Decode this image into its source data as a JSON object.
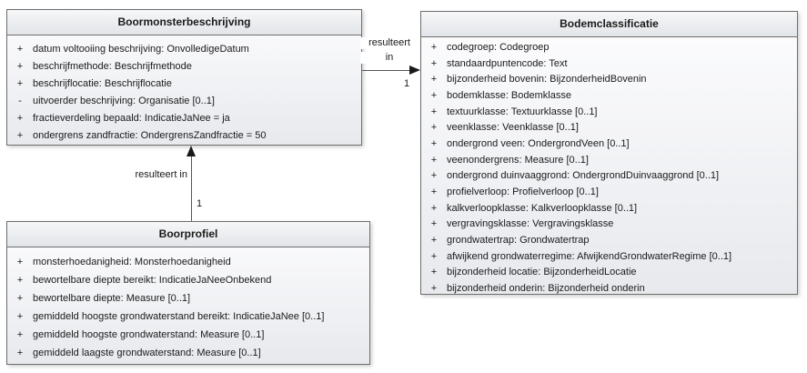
{
  "colors": {
    "page-bg": "#ffffff",
    "box-border": "#6e6e6e",
    "box-fill-top": "#fdfdfe",
    "box-fill-bottom": "#e7e9ed",
    "header-fill-top": "#f6f7f8",
    "header-fill-bottom": "#e2e5e9",
    "text": "#1a1a1a",
    "line": "#555555",
    "arrow": "#1a1a1a"
  },
  "classes": [
    {
      "title": "Boormonsterbeschrijving",
      "attributes": [
        {
          "vis": "+",
          "text": "datum voltooiing beschrijving: OnvolledigeDatum"
        },
        {
          "vis": "+",
          "text": "beschrijfmethode: Beschrijfmethode"
        },
        {
          "vis": "+",
          "text": "beschrijflocatie: Beschrijflocatie"
        },
        {
          "vis": "-",
          "text": "uitvoerder beschrijving: Organisatie [0..1]"
        },
        {
          "vis": "+",
          "text": "fractieverdeling bepaald: IndicatieJaNee = ja"
        },
        {
          "vis": "+",
          "text": "ondergrens zandfractie: OndergrensZandfractie = 50"
        }
      ]
    },
    {
      "title": "Bodemclassificatie",
      "attributes": [
        {
          "vis": "+",
          "text": "codegroep: Codegroep"
        },
        {
          "vis": "+",
          "text": "standaardpuntencode: Text"
        },
        {
          "vis": "+",
          "text": "bijzonderheid bovenin: BijzonderheidBovenin"
        },
        {
          "vis": "+",
          "text": "bodemklasse: Bodemklasse"
        },
        {
          "vis": "+",
          "text": "textuurklasse: Textuurklasse [0..1]"
        },
        {
          "vis": "+",
          "text": "veenklasse: Veenklasse [0..1]"
        },
        {
          "vis": "+",
          "text": "ondergrond veen: OndergrondVeen [0..1]"
        },
        {
          "vis": "+",
          "text": "veenondergrens: Measure [0..1]"
        },
        {
          "vis": "+",
          "text": "ondergrond duinvaaggrond: OndergrondDuinvaaggrond [0..1]"
        },
        {
          "vis": "+",
          "text": "profielverloop: Profielverloop [0..1]"
        },
        {
          "vis": "+",
          "text": "kalkverloopklasse: Kalkverloopklasse [0..1]"
        },
        {
          "vis": "+",
          "text": "vergravingsklasse: Vergravingsklasse"
        },
        {
          "vis": "+",
          "text": "grondwatertrap: Grondwatertrap"
        },
        {
          "vis": "+",
          "text": "afwijkend grondwaterregime: AfwijkendGrondwaterRegime [0..1]"
        },
        {
          "vis": "+",
          "text": "bijzonderheid locatie: BijzonderheidLocatie"
        },
        {
          "vis": "+",
          "text": "bijzonderheid onderin: Bijzonderheid onderin"
        }
      ]
    },
    {
      "title": "Boorprofiel",
      "attributes": [
        {
          "vis": "+",
          "text": "monsterhoedanigheid: Monsterhoedanigheid"
        },
        {
          "vis": "+",
          "text": "bewortelbare diepte bereikt: IndicatieJaNeeOnbekend"
        },
        {
          "vis": "+",
          "text": "bewortelbare diepte: Measure [0..1]"
        },
        {
          "vis": "+",
          "text": "gemiddeld hoogste grondwaterstand bereikt: IndicatieJaNee [0..1]"
        },
        {
          "vis": "+",
          "text": "gemiddeld hoogste grondwaterstand: Measure [0..1]"
        },
        {
          "vis": "+",
          "text": "gemiddeld laagste grondwaterstand: Measure [0..1]"
        }
      ]
    }
  ],
  "associations": [
    {
      "from": "Boormonsterbeschrijving",
      "to": "Bodemclassificatie",
      "name_lines": [
        "resulteert",
        "in"
      ],
      "multiplicity": "1"
    },
    {
      "from": "Boormonsterbeschrijving",
      "to": "Boorprofiel",
      "name": "resulteert in",
      "multiplicity": "1"
    }
  ]
}
